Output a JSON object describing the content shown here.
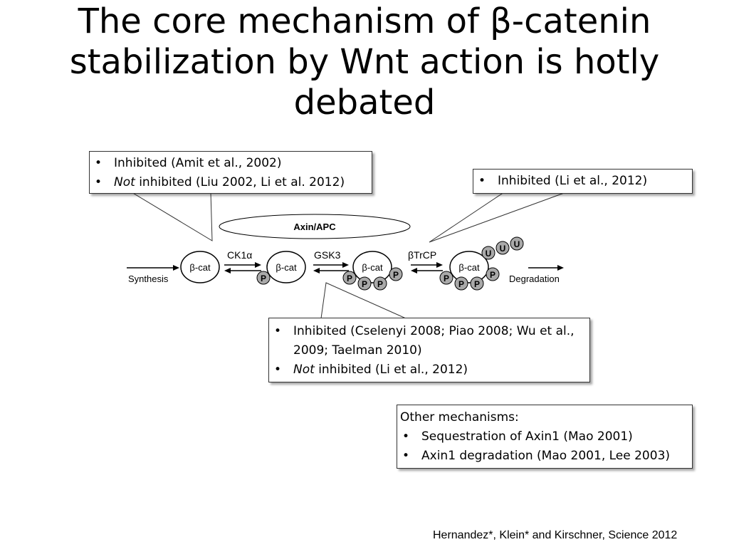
{
  "title": {
    "line1": "The core mechanism of β-catenin",
    "line2": "stabilization by Wnt action is hotly",
    "line3": "debated"
  },
  "callout_amit": {
    "item1": "Inhibited (Amit et al., 2002)",
    "item2_em": "Not",
    "item2_rest": " inhibited (Liu 2002, Li et al. 2012)"
  },
  "callout_li": {
    "item1": "Inhibited (Li et al., 2012)"
  },
  "callout_gsk": {
    "item1": "Inhibited (Cselenyi 2008; Piao 2008; Wu et al., 2009; Taelman 2010)",
    "item2_em": "Not",
    "item2_rest": " inhibited (Li et al., 2012)"
  },
  "callout_other": {
    "heading": "Other mechanisms:",
    "item1": "Sequestration of Axin1 (Mao 2001)",
    "item2": "Axin1 degradation (Mao 2001, Lee 2003)"
  },
  "diagram": {
    "axin_apc": "Axin/APC",
    "synthesis": "Synthesis",
    "degradation": "Degradation",
    "ck1a": "CK1α",
    "gsk3": "GSK3",
    "btrcp": "βTrCP",
    "bcat": "β-cat",
    "phospho": "P",
    "ubiquitin": "U"
  },
  "colors": {
    "marker_fill": "#a9a9a9"
  },
  "citation": "Hernandez*, Klein* and Kirschner, Science 2012"
}
